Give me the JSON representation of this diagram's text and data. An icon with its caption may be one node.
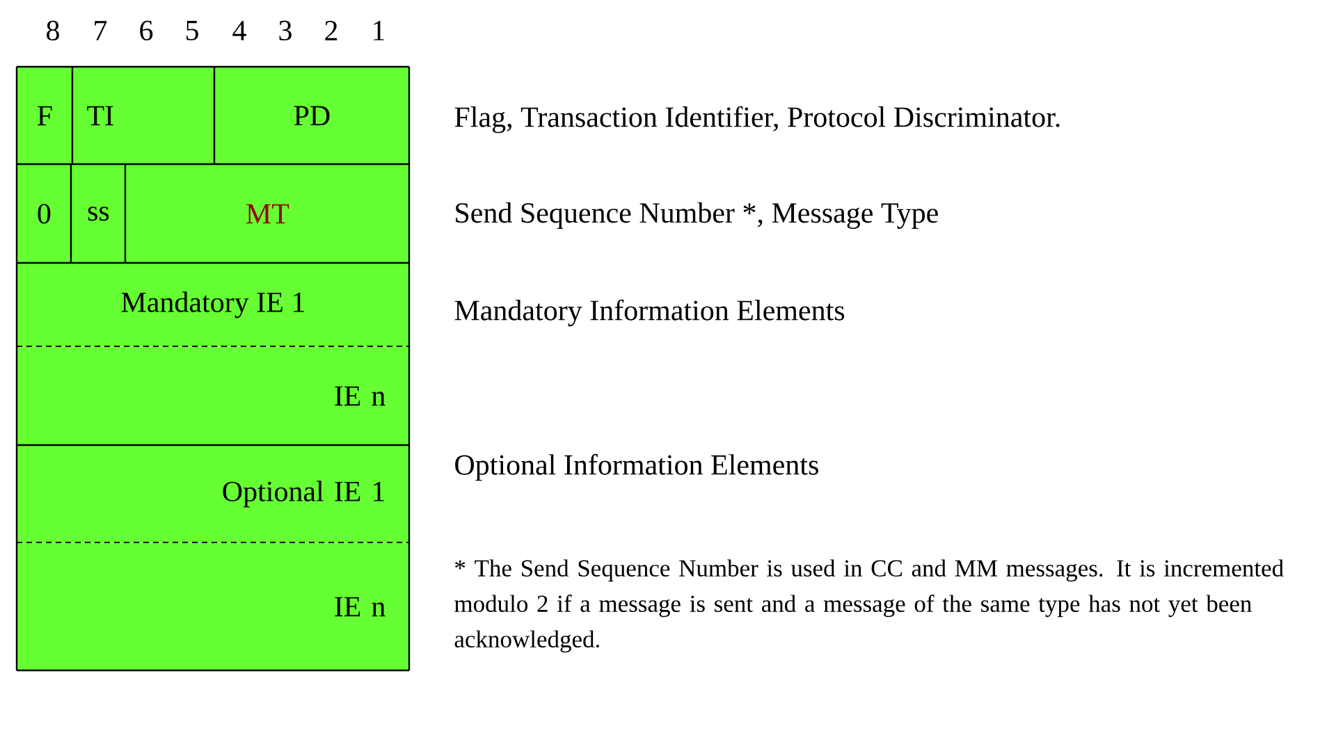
{
  "diagram": {
    "nodes": [
      {
        "text": [
          "F"
        ]
      },
      {
        "text": [
          "TI"
        ]
      },
      {
        "text": [
          "PD"
        ]
      },
      {
        "text": [
          "0"
        ]
      },
      {
        "text": [
          "ss"
        ]
      },
      {
        "text": [
          "MT"
        ]
      },
      {
        "text": [
          "Mandatory IE 1"
        ]
      },
      {
        "text": [
          "IE n"
        ]
      },
      {
        "text": [
          "Optional IE 1"
        ]
      },
      {
        "text": [
          "IE n"
        ]
      }
    ],
    "labels": [
      "8",
      "7",
      "6",
      "5",
      "4",
      "3",
      "2",
      "1",
      "Flag, Transaction Identifier, Protocol Discriminator.",
      "Send Sequence Number *, Message Type",
      "Mandatory Information Elements",
      "Optional Information Elements",
      "* The Send Sequence Number is used in CC and MM messages. It is incremented modulo 2 if a message is sent and a message of the same type has not yet been acknowledged."
    ]
  }
}
